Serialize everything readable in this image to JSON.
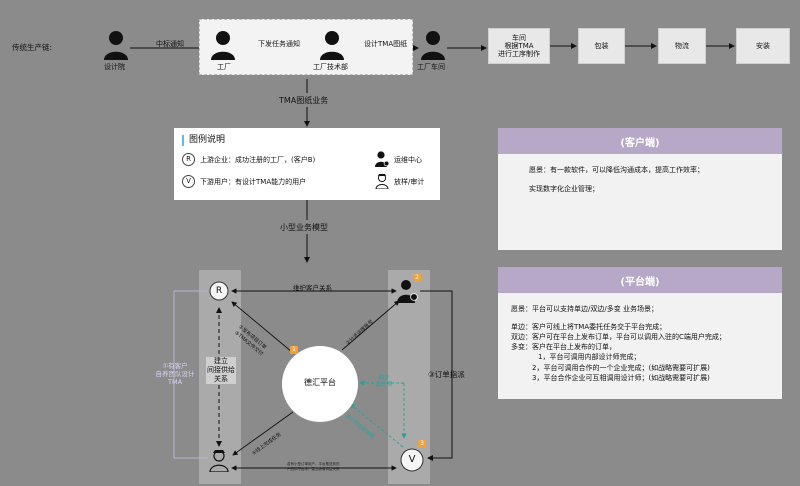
{
  "chain": {
    "label": "传统生产链:",
    "actors": [
      "设计院",
      "工厂",
      "工厂技术部",
      "工厂车间"
    ],
    "edge_labels": [
      "中标通知",
      "下发任务通知",
      "设计TMA图纸"
    ],
    "steps": [
      {
        "lines": [
          "车间",
          "根据TMA",
          "进行工序制作"
        ]
      },
      {
        "lines": [
          "包装"
        ]
      },
      {
        "lines": [
          "物流"
        ]
      },
      {
        "lines": [
          "安装"
        ]
      }
    ]
  },
  "flow_labels": {
    "tma_business": "TMA图纸业务",
    "small_model": "小型业务模型"
  },
  "legend": {
    "title": "图例说明",
    "upstream_symbol": "R",
    "upstream_text": "上游企业：成功注册的工厂，(客户B)",
    "downstream_symbol": "V",
    "downstream_text": "下游用户：有设计TMA能力的用户",
    "ops_label": "运维中心",
    "sample_label": "放样/审计"
  },
  "model": {
    "center": "德汇平台",
    "r_symbol": "R",
    "v_symbol": "V",
    "maintain": "维护客户关系",
    "build_lines": [
      "建立",
      "间接供给",
      "关系"
    ],
    "order_dispatch": "③订单指派",
    "left_note_lines": [
      "①有客户",
      "自养团队设计",
      "TMA"
    ],
    "diag_r1": "①发布项目订单",
    "diag_r2": "⑤TMA文件交付",
    "diag_ops": "②分派运维账号",
    "diag_lower_left": "④线上完成任务",
    "diag_teal": "设计师完成建模",
    "lack_lines": [
      "缺少",
      "设计师"
    ],
    "bottom_note_lines": [
      "若有小型订单用户，平台推送到的",
      "产品供不应求，建立缺省供给关系"
    ],
    "badges": [
      "1",
      "2",
      "3"
    ]
  },
  "client_panel": {
    "title": "(客户端)",
    "lines": [
      "愿景：有一款软件，可以降低沟通成本，提高工作效率；",
      "实现数字化企业管理；"
    ]
  },
  "platform_panel": {
    "title": "(平台端)",
    "lines": [
      "愿景：平台可以支持单边/双边/多变 业务场景；",
      "单边：客户可线上将TMA委托任务交于平台完成；",
      "双边：客户可在平台上发布订单，平台可以调用入驻的C端用户完成；",
      "多变：客户在平台上发布的订单，",
      "1，平台可调用内部设计师完成；",
      "2，平台可调用合作的一个企业完成；(如战略需要可扩展)",
      "3，平台合作企业可互相调用设计师；(如战略需要可扩展)"
    ]
  },
  "colors": {
    "background": "#8b8b8c",
    "panel_header": "#b6a8c6",
    "teal": "#2aa198",
    "badge": "#f0a23a"
  }
}
